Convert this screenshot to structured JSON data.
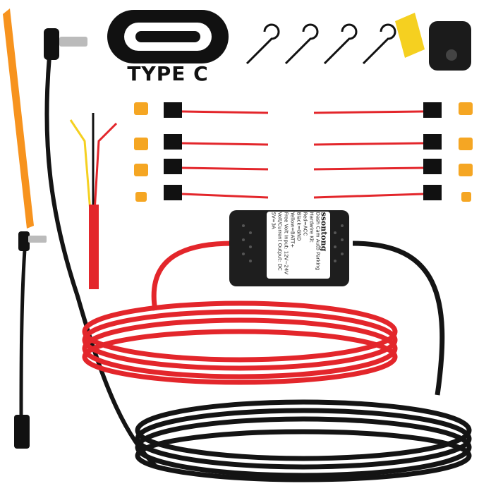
{
  "product": {
    "connector_label": "TYPE C",
    "brand": "ssontong",
    "label_title": "Dash Cam Auto Parking Hardwire Kit",
    "label_lines": [
      "Red=ACC",
      "Black=GND",
      "Yellow=BATT+",
      "Free Volt Input: 12V~24V",
      "Volt/Current Output: DC 5V=3A"
    ],
    "colors": {
      "red_wire": "#e3262b",
      "black_wire": "#141414",
      "fuse": "#f5a623",
      "pry_tool": "#f7931e",
      "clip": "#f5d020"
    }
  }
}
